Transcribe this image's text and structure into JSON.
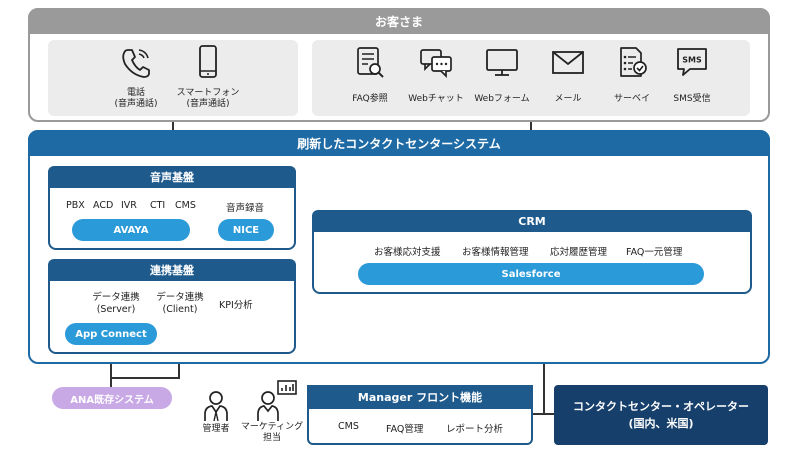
{
  "customer": {
    "title": "お客さま",
    "voice_channels": [
      {
        "icon": "phone-icon",
        "label": "電話\n(音声通話)"
      },
      {
        "icon": "smartphone-icon",
        "label": "スマートフォン\n(音声通話)"
      }
    ],
    "digital_channels": [
      {
        "icon": "faq-icon",
        "label": "FAQ参照"
      },
      {
        "icon": "web-chat-icon",
        "label": "Webチャット"
      },
      {
        "icon": "monitor-icon",
        "label": "Webフォーム"
      },
      {
        "icon": "mail-icon",
        "label": "メール"
      },
      {
        "icon": "survey-icon",
        "label": "サーベイ"
      },
      {
        "icon": "sms-icon",
        "label": "SMS受信",
        "badge": "SMS"
      }
    ]
  },
  "system": {
    "title": "刷新したコンタクトセンターシステム",
    "voice": {
      "title": "音声基盤",
      "items": [
        "PBX",
        "ACD",
        "IVR",
        "CTI",
        "CMS"
      ],
      "recording": "音声録音",
      "vendor": "AVAYA",
      "recording_vendor": "NICE"
    },
    "integration": {
      "title": "連携基盤",
      "items": [
        "データ連携\n(Server)",
        "データ連携\n(Client)",
        "KPI分析"
      ],
      "vendor": "App Connect"
    },
    "crm": {
      "title": "CRM",
      "items": [
        "お客様応対支援",
        "お客様情報管理",
        "応対履歴管理",
        "FAQ一元管理"
      ],
      "vendor": "Salesforce"
    }
  },
  "legacy": "ANA既存システム",
  "people": [
    {
      "icon": "manager-person-icon",
      "label": "管理者"
    },
    {
      "icon": "marketing-person-icon",
      "label": "マーケティング\n担当"
    }
  ],
  "manager_front": {
    "title": "Manager フロント機能",
    "items": [
      "CMS",
      "FAQ管理",
      "レポート分析"
    ]
  },
  "operator": "コンタクトセンター・オペレーター\n(国内、米国)"
}
